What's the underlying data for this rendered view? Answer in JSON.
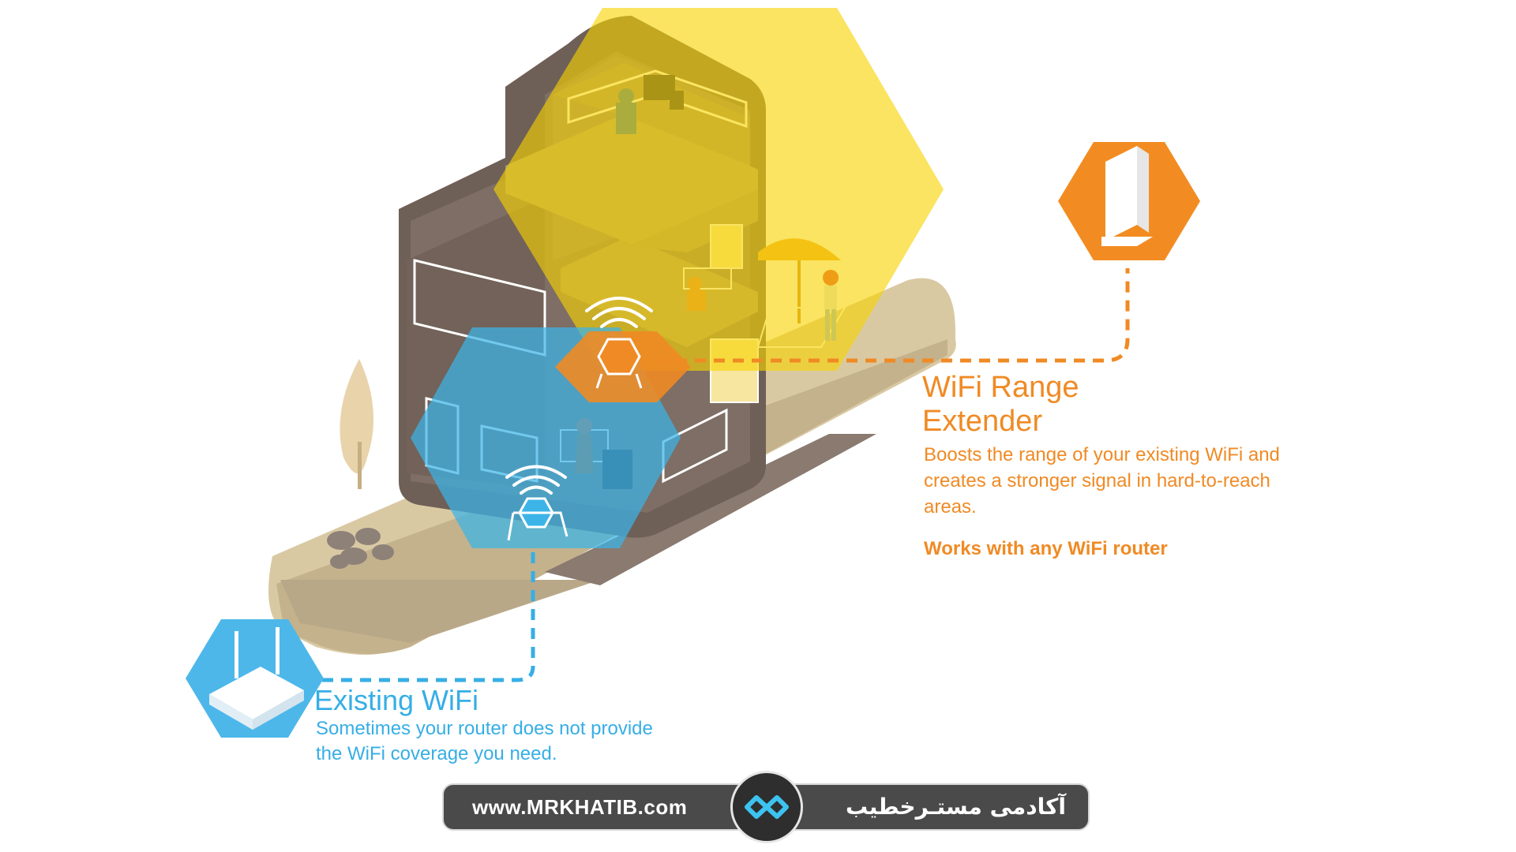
{
  "extender": {
    "title": "WiFi Range\nExtender",
    "description": "Boosts the range of your existing WiFi and creates a stronger signal in hard-to-reach areas.",
    "cta": "Works with any WiFi router",
    "color": "#f08a24"
  },
  "existing": {
    "title": "Existing WiFi",
    "description": "Sometimes your router does not provide the WiFi coverage you need.",
    "color": "#36aee6"
  },
  "coverage_colors": {
    "extender_zone": "#f7d300",
    "router_zone": "#3cb4e8"
  },
  "footer": {
    "url": "www.MRKHATIB.com",
    "brand": "آکادمی مستـرخطیب",
    "logo_icon": "infinity-icon"
  },
  "icons": {
    "extender_badge": "range-extender-icon",
    "router_badge": "router-icon",
    "signal": "wifi-signal-icon"
  }
}
